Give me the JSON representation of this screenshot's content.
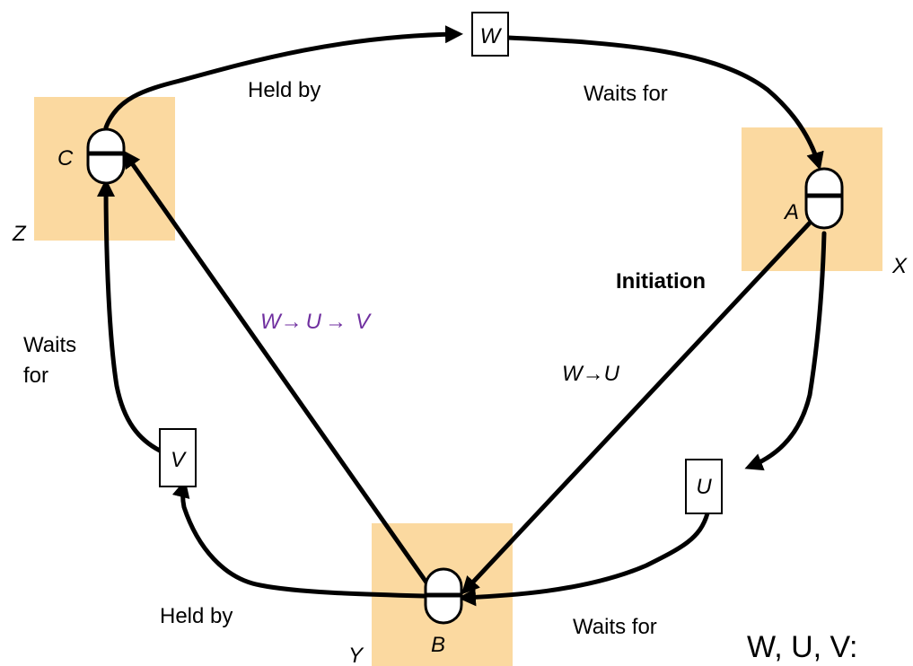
{
  "objects": {
    "w": "W",
    "u": "U",
    "v": "V"
  },
  "transactions": {
    "a": "A",
    "b": "B",
    "c": "C"
  },
  "servers": {
    "x": "X",
    "y": "Y",
    "z": "Z"
  },
  "edges": {
    "held_by_top": "Held by",
    "waits_for_top": "Waits for",
    "waits_for_left": [
      "Waits",
      "for"
    ],
    "held_by_bottom": "Held by",
    "waits_for_bottom": "Waits for"
  },
  "probes": {
    "initiation": "Initiation",
    "wu": [
      "W",
      "→",
      "U"
    ],
    "wuv": [
      "W",
      "→",
      "U",
      "→",
      "V"
    ]
  },
  "footer_fragment": "W, U, V:",
  "colors": {
    "site_fill": "#fbd9a0",
    "probe_text": "#7030a0",
    "stroke": "#000000"
  }
}
